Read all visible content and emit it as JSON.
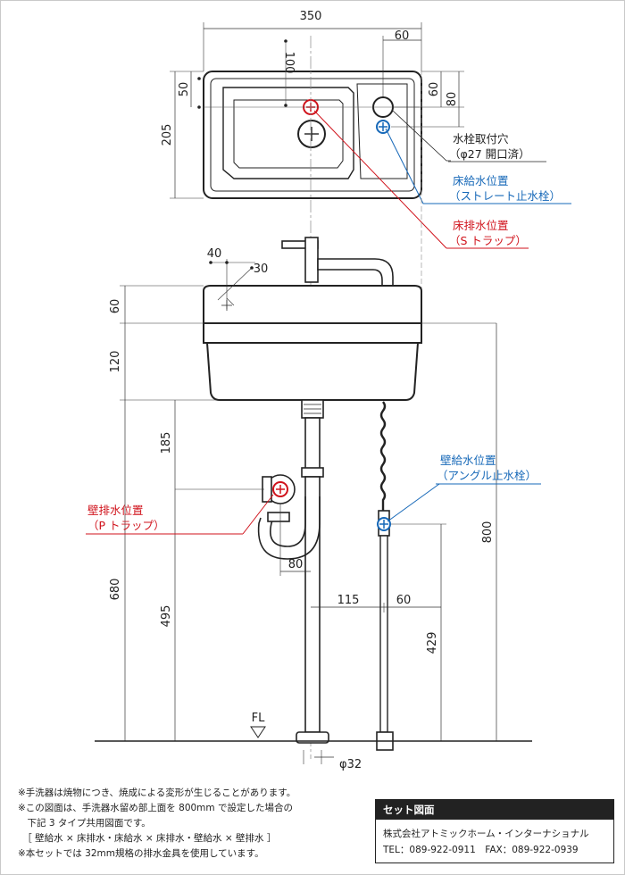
{
  "dimensions": {
    "top_width": "350",
    "top_60": "60",
    "top_100": "100",
    "top_50": "50",
    "top_205": "205",
    "top_right_60": "60",
    "top_right_80": "80",
    "side_40": "40",
    "side_30": "30",
    "side_60": "60",
    "side_120": "120",
    "side_185": "185",
    "side_680": "680",
    "side_495": "495",
    "side_80": "80",
    "side_115": "115",
    "side_60b": "60",
    "side_429": "429",
    "side_800": "800",
    "pipe_dia": "φ32",
    "floor": "FL"
  },
  "labels": {
    "faucet_hole_1": "水栓取付穴",
    "faucet_hole_2": "（φ27 開口済）",
    "floor_supply_1": "床給水位置",
    "floor_supply_2": "（ストレート止水栓）",
    "floor_drain_1": "床排水位置",
    "floor_drain_2": "（S トラップ）",
    "wall_supply_1": "壁給水位置",
    "wall_supply_2": "（アングル止水栓）",
    "wall_drain_1": "壁排水位置",
    "wall_drain_2": "（P トラップ）"
  },
  "colors": {
    "red": "#d0121b",
    "blue": "#1668b8",
    "line": "#222222",
    "center": "#888888"
  },
  "notes": [
    "※手洗器は焼物につき、焼成による変形が生じることがあります。",
    "※この図面は、手洗器水留め部上面を 800mm で設定した場合の",
    "　下記 3 タイプ共用図面です。",
    "　［ 壁給水 × 床排水・床給水 × 床排水・壁給水 × 壁排水 ］",
    "※本セットでは 32mm規格の排水金具を使用しています。"
  ],
  "set_box": {
    "title": "セット図面",
    "company": "株式会社アトミックホーム・インターナショナル",
    "contact": "TEL：089-922-0911　FAX：089-922-0939"
  }
}
